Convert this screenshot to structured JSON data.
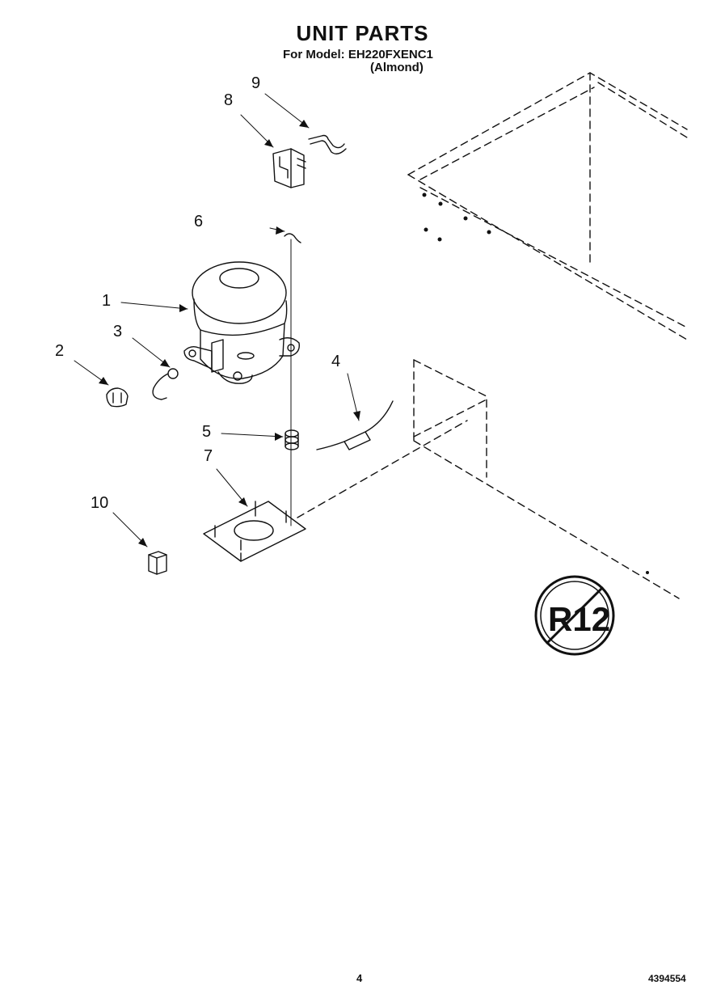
{
  "header": {
    "title": "UNIT PARTS",
    "model_line": "For Model: EH220FXENC1",
    "color_line": "(Almond)"
  },
  "callouts": [
    {
      "number": "1",
      "part": "compressor"
    },
    {
      "number": "2",
      "part": "relay-cover"
    },
    {
      "number": "3",
      "part": "overload-wire"
    },
    {
      "number": "4",
      "part": "drier"
    },
    {
      "number": "5",
      "part": "grommet"
    },
    {
      "number": "6",
      "part": "clip"
    },
    {
      "number": "7",
      "part": "compressor-base"
    },
    {
      "number": "8",
      "part": "relay-bracket"
    },
    {
      "number": "9",
      "part": "wire-harness"
    },
    {
      "number": "10",
      "part": "capacitor"
    }
  ],
  "badge": {
    "text": "R12",
    "meaning": "no-r12-symbol"
  },
  "footer": {
    "page_number": "4",
    "document_number": "4394554"
  },
  "colors": {
    "ink": "#111111",
    "paper": "#ffffff"
  }
}
